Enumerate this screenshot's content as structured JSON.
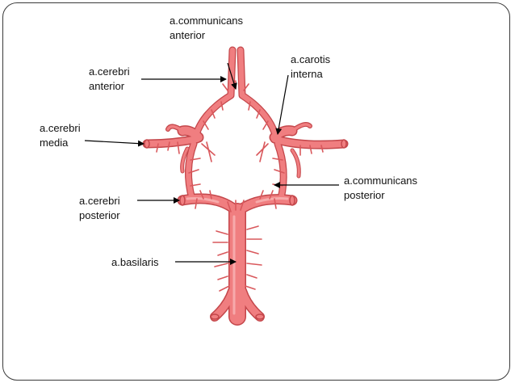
{
  "labels": {
    "comm_anterior": [
      "a.communicans",
      "anterior"
    ],
    "cerebri_anterior": [
      "a.cerebri",
      "anterior"
    ],
    "carotis_interna": [
      "a.carotis",
      "interna"
    ],
    "cerebri_media": [
      "a.cerebri",
      "media"
    ],
    "comm_posterior": [
      "a.communicans",
      "posterior"
    ],
    "cerebri_posterior": [
      "a.cerebri",
      "posterior"
    ],
    "basilaris": [
      "a.basilaris"
    ]
  },
  "colors": {
    "vessel_fill": "#f07e80",
    "vessel_outline": "#c4474b",
    "vessel_highlight": "#f9b5b5",
    "leader_line": "#000000",
    "frame": "#3a3a3a"
  }
}
